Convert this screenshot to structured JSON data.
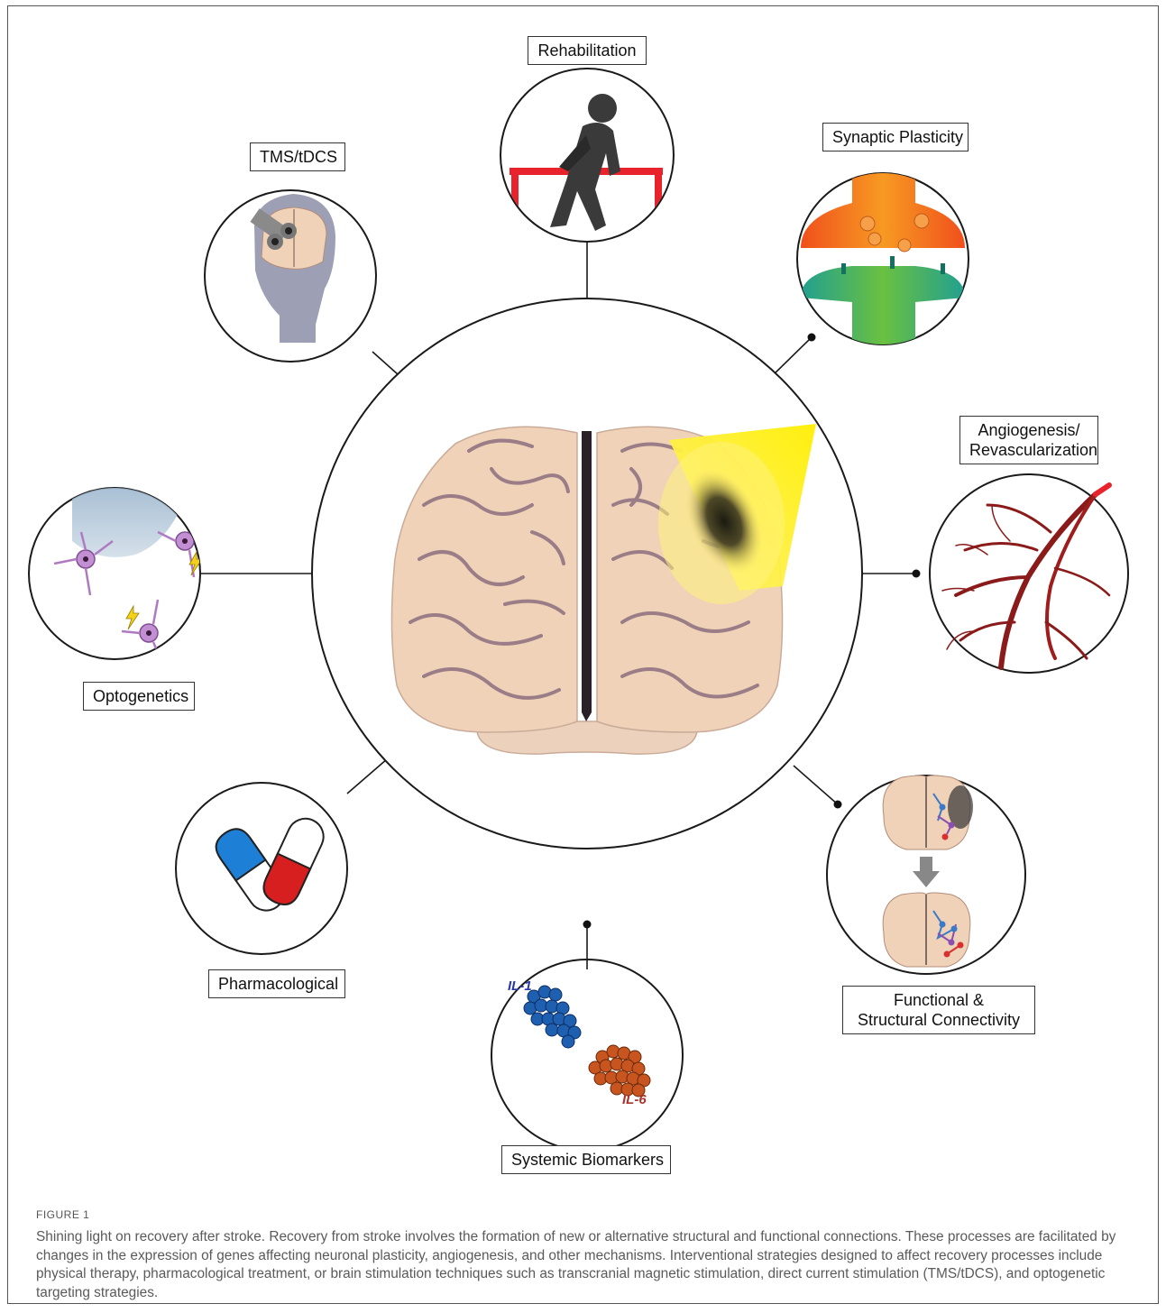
{
  "labels": {
    "rehabilitation": "Rehabilitation",
    "tms_tdcs": "TMS/tDCS",
    "synaptic_plasticity": "Synaptic Plasticity",
    "angiogenesis_line1": "Angiogenesis/",
    "angiogenesis_line2": "Revascularization",
    "optogenetics": "Optogenetics",
    "pharmacological": "Pharmacological",
    "systemic_biomarkers": "Systemic Biomarkers",
    "connectivity_line1": "Functional &",
    "connectivity_line2": "Structural Connectivity"
  },
  "biomarkers": {
    "il1": "IL-1",
    "il6": "IL-6"
  },
  "colors": {
    "brain": "#efd2b8",
    "brain_sulci": "#9a7d86",
    "light_beam": "#ffee00",
    "vessel": "#8b1a1a",
    "neuron": "#b07ac0",
    "synapse_top": "#f06a1f",
    "synapse_bottom": "#1fb0a0",
    "capsule_blue": "#1e7fd6",
    "capsule_red": "#d81f1f",
    "il1_cluster": "#1f5fb0",
    "il6_cluster": "#c8551f",
    "il1_text": "#2838a8",
    "il6_text": "#a8342a"
  },
  "figure": {
    "number": "FIGURE 1",
    "caption": "Shining light on recovery after stroke. Recovery from stroke involves the formation of new or alternative structural and functional connections. These processes are facilitated by changes in the expression of genes affecting neuronal plasticity, angiogenesis, and other mechanisms. Interventional strategies designed to affect recovery processes include physical therapy, pharmacological treatment, or brain stimulation techniques such as transcranial magnetic stimulation, direct current stimulation (TMS/tDCS), and optogenetic targeting strategies."
  }
}
